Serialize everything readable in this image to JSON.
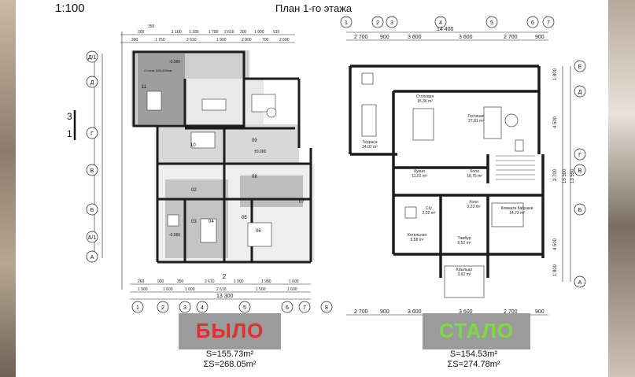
{
  "header": {
    "scale": "1:100",
    "title": "План 1-го этажа"
  },
  "plan_before": {
    "label": "БЫЛО",
    "area": "S=155.73m²",
    "total_area": "ΣS=268.05m²",
    "top_dims": [
      "300",
      "350",
      "1 100",
      "1 180",
      "1 780",
      "2 610",
      "300",
      "1 900",
      "910"
    ],
    "top_dims_2": [
      "300",
      "1 750",
      "2 610",
      "1 900",
      "2 000",
      "700",
      "2 600"
    ],
    "bottom_dims": [
      "260",
      "900",
      "350",
      "2 610",
      "1 000",
      "1 980",
      "1 600"
    ],
    "bottom_dims_2": [
      "1 900",
      "1 600",
      "1 000",
      "2 610",
      "1 500",
      "1 600"
    ],
    "overall_width": "13 300",
    "column_axes": [
      "1",
      "2",
      "3",
      "4",
      "5",
      "6",
      "7",
      "8"
    ],
    "row_axes": [
      "Д/1",
      "Д",
      "Г",
      "В",
      "Б",
      "А/1",
      "А"
    ],
    "rooms": [
      {
        "num": "11",
        "text": "Столов 180х180мм"
      },
      {
        "num": "10",
        "text": ""
      },
      {
        "num": "09",
        "text": ""
      },
      {
        "num": "08",
        "text": ""
      },
      {
        "num": "02",
        "text": ""
      },
      {
        "num": "03",
        "text": ""
      },
      {
        "num": "04",
        "text": ""
      },
      {
        "num": "05",
        "text": ""
      },
      {
        "num": "06",
        "text": ""
      },
      {
        "num": "07",
        "text": ""
      }
    ],
    "marks": [
      "-0.066",
      "±0.000",
      "-0.066",
      "3",
      "1",
      "2"
    ]
  },
  "plan_after": {
    "label": "СТАЛО",
    "area": "S=154.53m²",
    "total_area": "ΣS=274.78m²",
    "top_dims": [
      "2 700",
      "900",
      "3 600",
      "3 600",
      "2 700",
      "900"
    ],
    "overall_width": "14 400",
    "column_axes": [
      "1",
      "2",
      "3",
      "4",
      "5",
      "6",
      "7"
    ],
    "row_axes": [
      "Е",
      "Д",
      "Г",
      "В",
      "Б",
      "А"
    ],
    "right_dims": [
      "1 800",
      "4 500",
      "2 700",
      "4 500",
      "1 800",
      "15 300",
      "13 550"
    ],
    "rooms": [
      {
        "name": "Терраса",
        "area": "34,02 m²"
      },
      {
        "name": "Столовая",
        "area": "15,36 m²"
      },
      {
        "name": "Гостиная",
        "area": "27,81 m²"
      },
      {
        "name": "Кухня",
        "area": "11,01 m²"
      },
      {
        "name": "Холл",
        "area": "18,75 m²"
      },
      {
        "name": "С/у",
        "area": "2,02 m²"
      },
      {
        "name": "Холл",
        "area": "3,23 m²"
      },
      {
        "name": "Комната бабушки",
        "area": "14,73 m²"
      },
      {
        "name": "Котельная",
        "area": "5,58 m²"
      },
      {
        "name": "Тамбур",
        "area": "6,52 m²"
      },
      {
        "name": "Крыльцо",
        "area": "3,62 m²"
      }
    ]
  }
}
